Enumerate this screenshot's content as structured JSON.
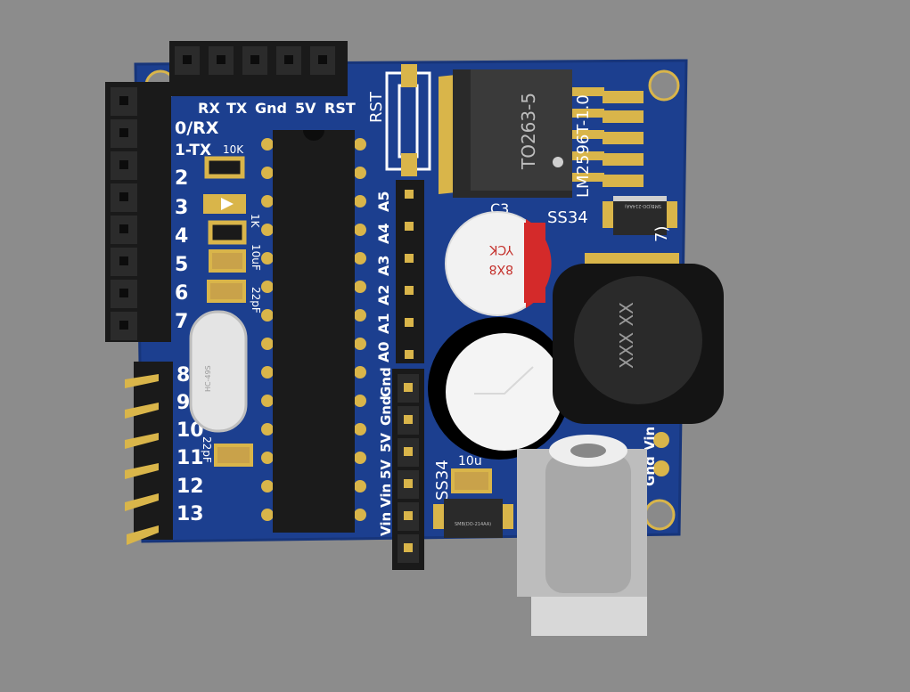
{
  "colors": {
    "background": "#8c8c8c",
    "pcb": "#1c3f8f",
    "pcb_edge": "#17357a",
    "silkscreen": "#ffffff",
    "gold": "#d9b54a",
    "header_black": "#1a1a1a"
  },
  "top_header": {
    "labels": [
      "RX",
      "TX",
      "Gnd",
      "5V",
      "RST"
    ]
  },
  "left_header": {
    "labels": [
      "0/RX",
      "1-TX",
      "2",
      "3",
      "4",
      "5",
      "6",
      "7"
    ]
  },
  "left_pin_header": {
    "labels": [
      "8",
      "9",
      "10",
      "11",
      "12",
      "13"
    ]
  },
  "analog_header": {
    "labels": [
      "A5",
      "A4",
      "A3",
      "A2",
      "A1",
      "A0"
    ]
  },
  "power_header": {
    "labels": [
      "Gnd",
      "Gnd",
      "5V",
      "5V",
      "Vin",
      "Vin"
    ]
  },
  "component_labels": {
    "r_10k": "10K",
    "r_1k": "1K",
    "c_10uf": "10uF",
    "c_22pf_top": "22pF",
    "c_22pf_bottom": "22pF",
    "crystal": "HC-49S",
    "rst": "RST",
    "regulator_package": "TO263-5",
    "regulator_part": "LM2596T-1.0",
    "c3": "C3",
    "cap_top_text": "YCK",
    "cap_bottom_text": "8X8",
    "diode_top": "SS34",
    "diode_bottom": "SS34",
    "diode_body_text": "SMB(DO-214AA)",
    "inductor_text": "XXX XX",
    "cap_small": "10u",
    "l_suffix": "7)",
    "gnd_vin": [
      "Gnd",
      "Vin"
    ]
  }
}
